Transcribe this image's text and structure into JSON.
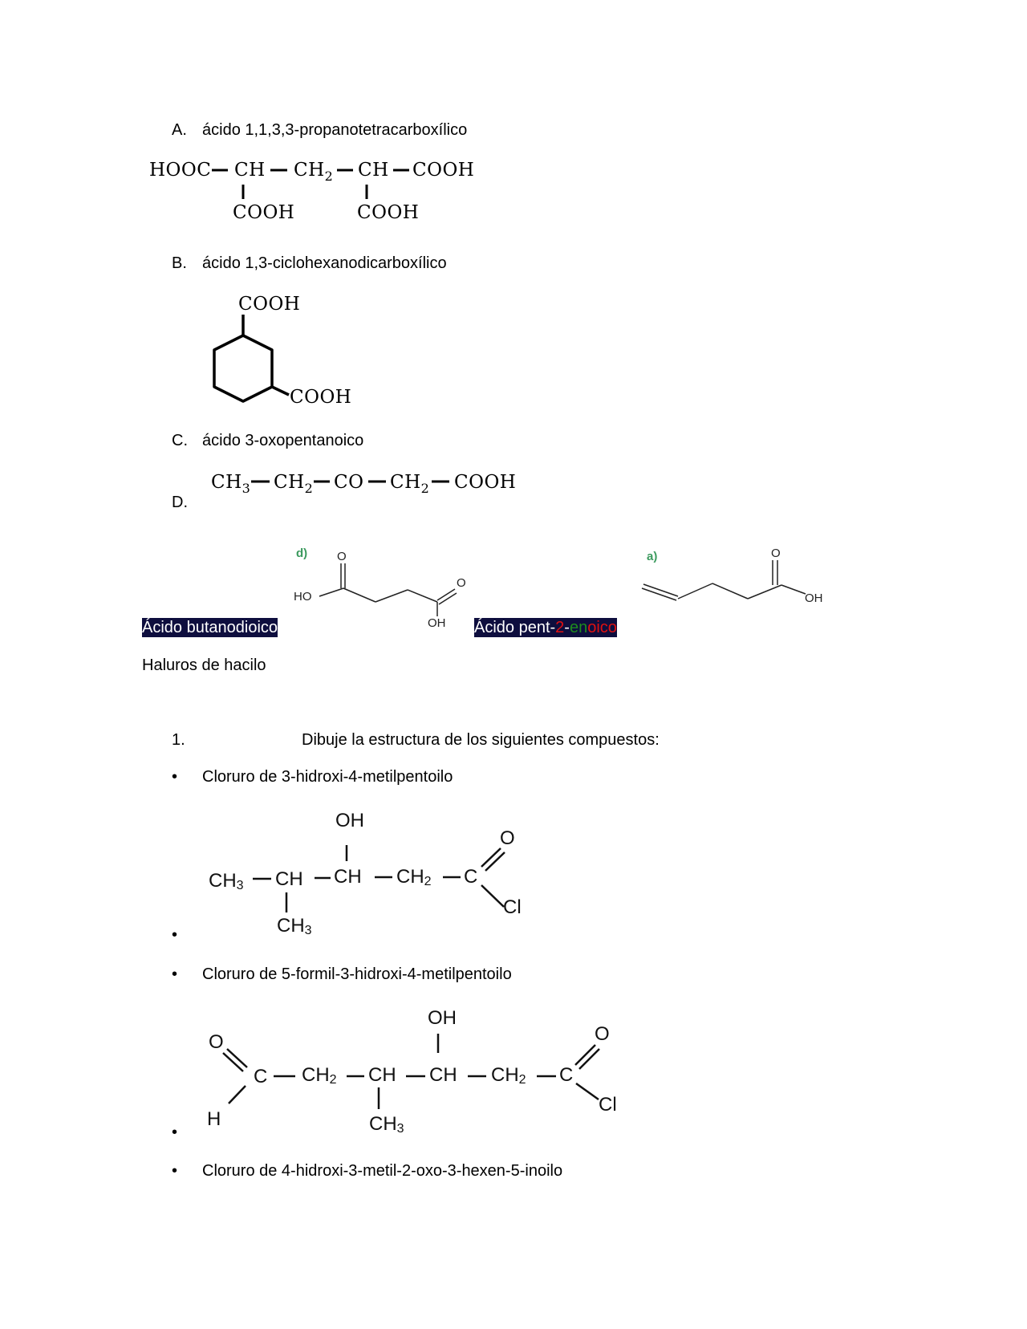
{
  "section_acids": {
    "items": [
      {
        "marker": "A.",
        "name": "ácido 1,1,3,3-propanotetracarboxílico"
      },
      {
        "marker": "B.",
        "name": "ácido 1,3-ciclohexanodicarboxílico"
      },
      {
        "marker": "C.",
        "name": "ácido 3-oxopentanoico"
      },
      {
        "marker": "D.",
        "name": ""
      }
    ],
    "formula_a": {
      "main": [
        "HOOC",
        "CH",
        "CH",
        "2",
        "CH",
        "COOH"
      ],
      "branches": [
        "COOH",
        "COOH"
      ]
    },
    "formula_b": {
      "top": "COOH",
      "bottom": "COOH"
    },
    "formula_c": {
      "parts": [
        "CH",
        "3",
        "CH",
        "2",
        "CO",
        "CH",
        "2",
        "COOH"
      ]
    }
  },
  "structures_row": {
    "d_label": "d)",
    "d_atoms": {
      "o1": "O",
      "o2": "O",
      "ho": "HO",
      "oh": "OH"
    },
    "a_label": "a)",
    "a_atoms": {
      "o": "O",
      "oh": "OH"
    },
    "label_colors": {
      "green": "#3b9a5e"
    }
  },
  "highlighted_names": {
    "butanodioico": "Ácido butanodioico",
    "pentenoico": {
      "p1": "Ácido pent-",
      "p2": "2",
      "p3": "-",
      "p4": "en",
      "p5": "oico"
    },
    "highlight_color": "#0e0e3e"
  },
  "section_halides": {
    "heading": "Haluros de hacilo",
    "question_number": "1.",
    "question_text": "Dibuje la estructura de los siguientes compuestos:",
    "bullet": "•",
    "items": [
      {
        "name": "Cloruro de 3-hidroxi-4-metilpentoilo"
      },
      {
        "name": "Cloruro de 5-formil-3-hidroxi-4-metilpentoilo"
      },
      {
        "name": "Cloruro de 4-hidroxi-3-metil-2-oxo-3-hexen-5-inoilo"
      }
    ],
    "struct1": {
      "oh": "OH",
      "o": "O",
      "cl": "Cl",
      "ch3a": "CH",
      "ch": "CH",
      "ch2": "CH",
      "ch3b": "CH",
      "c": "C",
      "ch_mid": "CH",
      "sub3": "3",
      "sub2": "2"
    },
    "struct2": {
      "oh": "OH",
      "o1": "O",
      "o2": "O",
      "h": "H",
      "c1": "C",
      "c2": "C",
      "cl": "Cl",
      "ch2": "CH",
      "ch": "CH",
      "ch3": "CH",
      "sub2": "2",
      "sub3": "3"
    }
  }
}
